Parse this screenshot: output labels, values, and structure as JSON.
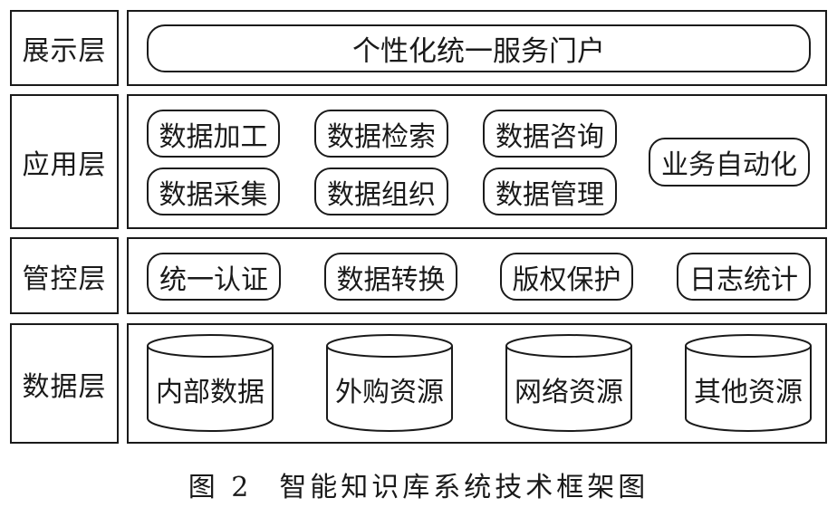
{
  "layers": [
    {
      "name": "展示层",
      "items": [
        "个性化统一服务门户"
      ]
    },
    {
      "name": "应用层",
      "items": [
        "数据加工",
        "数据检索",
        "数据咨询",
        "数据采集",
        "数据组织",
        "数据管理",
        "业务自动化"
      ]
    },
    {
      "name": "管控层",
      "items": [
        "统一认证",
        "数据转换",
        "版权保护",
        "日志统计"
      ]
    },
    {
      "name": "数据层",
      "items": [
        "内部数据",
        "外购资源",
        "网络资源",
        "其他资源"
      ]
    }
  ],
  "caption": {
    "number": "图 2",
    "title": "智能知识库系统技术框架图"
  }
}
